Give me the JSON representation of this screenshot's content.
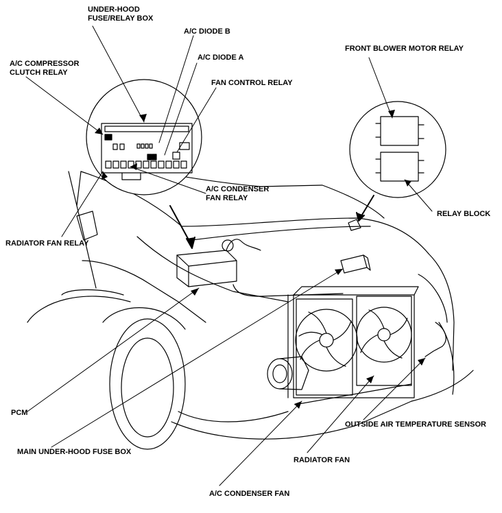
{
  "labels": {
    "under_hood_relay_box": [
      "UNDER-HOOD",
      "FUSE/RELAY BOX"
    ],
    "ac_diode_b": "A/C DIODE B",
    "ac_diode_a": "A/C DIODE A",
    "ac_compressor_clutch_relay": [
      "A/C COMPRESSOR",
      "CLUTCH RELAY"
    ],
    "fan_control_relay": "FAN CONTROL RELAY",
    "ac_condenser_fan_relay": [
      "A/C CONDENSER",
      "FAN RELAY"
    ],
    "radiator_fan_relay": "RADIATOR FAN RELAY",
    "front_blower_motor_relay": "FRONT BLOWER MOTOR RELAY",
    "relay_block": "RELAY BLOCK",
    "pcm": "PCM",
    "main_under_hood_fuse_box": "MAIN UNDER-HOOD FUSE BOX",
    "outside_air_temperature_sensor": "OUTSIDE AIR TEMPERATURE SENSOR",
    "radiator_fan": "RADIATOR FAN",
    "ac_condenser_fan": "A/C CONDENSER FAN"
  }
}
